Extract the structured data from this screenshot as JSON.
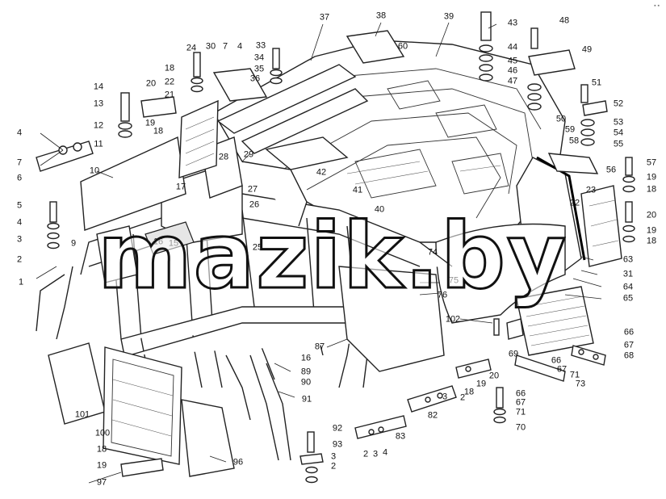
{
  "watermark": "mazik.by",
  "corner_mark": "▪ ▪",
  "callouts": [
    "37",
    "38",
    "39",
    "43",
    "48",
    "33",
    "34",
    "35",
    "36",
    "60",
    "44",
    "45",
    "46",
    "47",
    "49",
    "24",
    "30",
    "7",
    "4",
    "18",
    "22",
    "21",
    "20",
    "51",
    "52",
    "14",
    "13",
    "12",
    "11",
    "19",
    "18",
    "4",
    "7",
    "6",
    "10",
    "28",
    "50",
    "59",
    "53",
    "54",
    "58",
    "55",
    "29",
    "42",
    "56",
    "57",
    "19",
    "18",
    "27",
    "17",
    "26",
    "41",
    "40",
    "22",
    "23",
    "20",
    "19",
    "18",
    "5",
    "4",
    "3",
    "2",
    "9",
    "16",
    "15",
    "25",
    "74",
    "63",
    "31",
    "75",
    "64",
    "76",
    "65",
    "1",
    "102",
    "66",
    "67",
    "68",
    "87",
    "16",
    "89",
    "90",
    "69",
    "66",
    "67",
    "71",
    "73",
    "19",
    "18",
    "20",
    "66",
    "67",
    "71",
    "70",
    "3",
    "2",
    "82",
    "101",
    "100",
    "91",
    "92",
    "93",
    "3",
    "2",
    "83",
    "2",
    "3",
    "4",
    "18",
    "96",
    "19",
    "97"
  ]
}
